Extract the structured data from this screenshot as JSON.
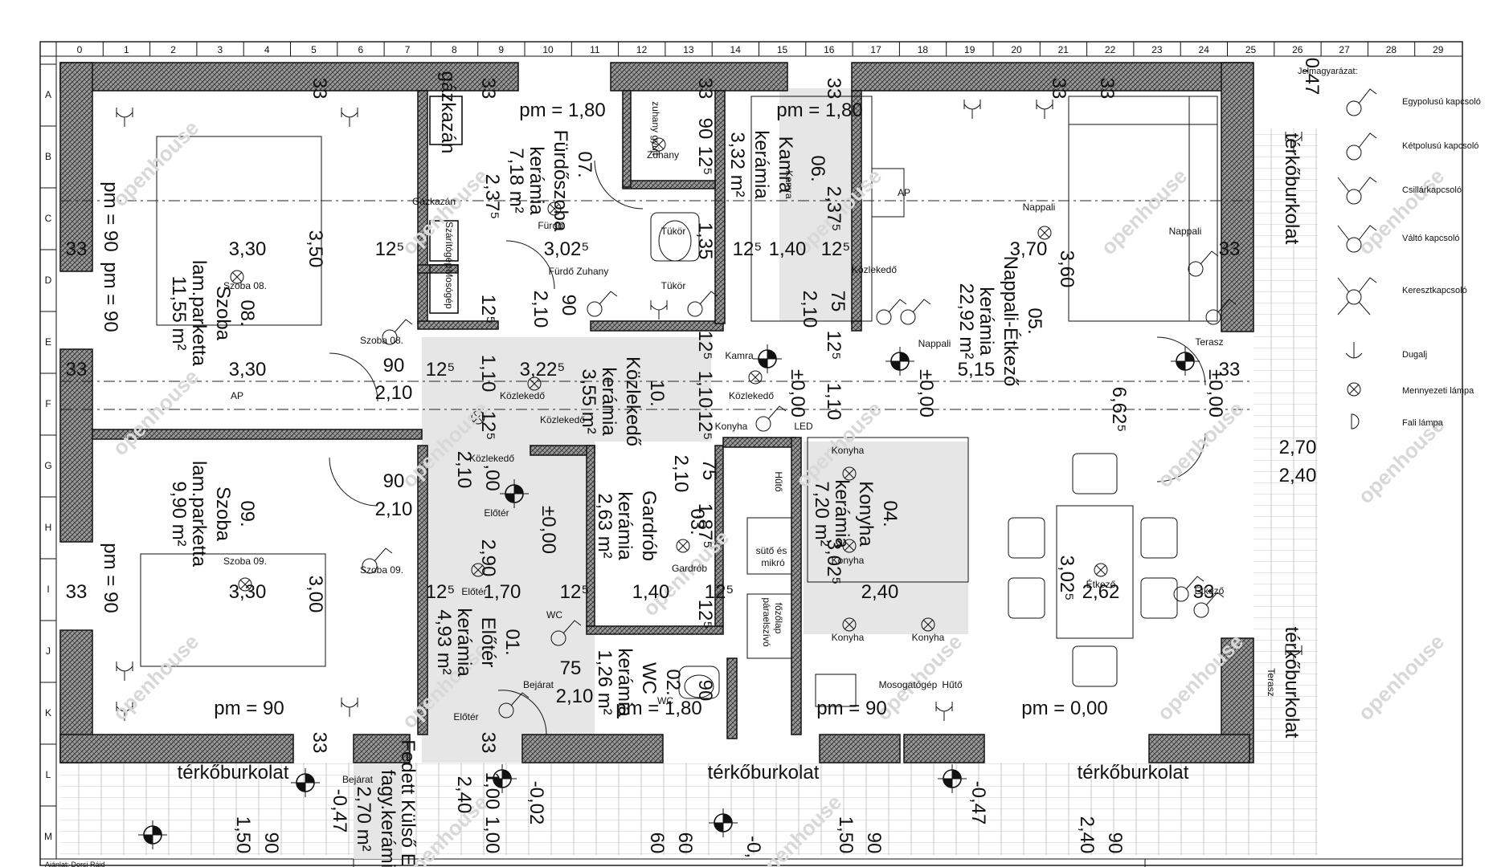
{
  "grid": {
    "columns": [
      "0",
      "1",
      "2",
      "3",
      "4",
      "5",
      "6",
      "7",
      "8",
      "9",
      "10",
      "11",
      "12",
      "13",
      "14",
      "15",
      "16",
      "17",
      "18",
      "19",
      "20",
      "21",
      "22",
      "23",
      "24",
      "25",
      "26",
      "27",
      "28",
      "29"
    ],
    "rows": [
      "A",
      "B",
      "C",
      "D",
      "E",
      "F",
      "G",
      "H",
      "I",
      "J",
      "K",
      "L",
      "M"
    ]
  },
  "rooms": {
    "szoba08": {
      "num": "08.",
      "name": "Szoba",
      "floor": "lam.parketta",
      "area": "11,55 m²"
    },
    "szoba09": {
      "num": "09.",
      "name": "Szoba",
      "floor": "lam.parketta",
      "area": "9,90 m²"
    },
    "furdo": {
      "num": "07.",
      "name": "Fürdőszoba",
      "floor": "kerámia",
      "area": "7,18 m²"
    },
    "kamra": {
      "num": "06.",
      "name": "Kamra",
      "floor": "kerámia",
      "area": "3,32 m²"
    },
    "nappali": {
      "num": "05.",
      "name": "Nappali-Étkező",
      "floor": "kerámia",
      "area": "22,92 m²"
    },
    "kozlekedo": {
      "num": "10.",
      "name": "Közlekedő",
      "floor": "kerámia",
      "area": "3,55 m²"
    },
    "konyha": {
      "num": "04.",
      "name": "Konyha",
      "floor": "kerámia",
      "area": "7,20 m²"
    },
    "gardrob": {
      "num": "03.",
      "name": "Gardrób",
      "floor": "kerámia",
      "area": "2,63 m²"
    },
    "eloter": {
      "num": "01.",
      "name": "Előtér",
      "floor": "kerámia",
      "area": "4,93 m²"
    },
    "wc": {
      "num": "02.",
      "name": "WC",
      "floor": "kerámia",
      "area": "1,26 m²"
    },
    "fedett": {
      "name": "Fedett Külső E",
      "floor": "fagy.kerámi",
      "area": "2,70 m²"
    }
  },
  "dims": {
    "d330a": "3,30",
    "d330b": "3,30",
    "d330c": "3,30",
    "d350": "3,50",
    "d300": "3,00",
    "d33a": "33",
    "d33b": "33",
    "d33c": "33",
    "d33d": "33",
    "d33e": "33",
    "d33f": "33",
    "d33g": "33",
    "d33h": "33",
    "d33i": "33",
    "d33j": "33",
    "d33k": "33",
    "d33l": "33",
    "d33m": "33",
    "d33n": "33",
    "d125a": "12⁵",
    "d125b": "12⁵",
    "d125c": "12⁵",
    "d125d": "12⁵",
    "d125e": "12⁵",
    "d125f": "12⁵",
    "d125g": "12⁵",
    "d125h": "12⁵",
    "d125i": "12⁵",
    "d125j": "12⁵",
    "d125k": "12⁵",
    "d125l": "12⁵",
    "d125m": "12⁵",
    "d125n": "12⁵",
    "d2375a": "2,37⁵",
    "d2375b": "2,37⁵",
    "d3025a": "3,02⁵",
    "d3025b": "3,02⁵",
    "d3025c": "3,02⁵",
    "d210a": "2,10",
    "d210b": "2,10",
    "d210c": "2,10",
    "d210d": "2,10",
    "d210e": "2,10",
    "d210f": "2,10",
    "d210g": "2,10",
    "d90a": "90",
    "d90b": "90",
    "d90c": "90",
    "d90d": "90",
    "d90e": "90",
    "d90f": "90",
    "d90g": "90",
    "d90h": "90",
    "d90i": "90",
    "d110a": "1,10",
    "d110b": "1,10",
    "d110c": "1,10",
    "d135": "1,35",
    "d140a": "1,40",
    "d140b": "1,40",
    "d75a": "75",
    "d75b": "75",
    "d75c": "75",
    "d170": "1,70",
    "d290": "2,90",
    "d1875": "1,87⁵",
    "d100a": ",00",
    "d100b": "1,00",
    "d100c": "1,00",
    "d370": "3,70",
    "d360": "3,60",
    "d515": "5,15",
    "d6625": "6,62⁵",
    "d270": "2,70",
    "d240a": "2,40",
    "d240b": "2,40",
    "d240c": "2,40",
    "d240d": "2,40",
    "d262": "2,62",
    "d3225": "3,22⁵",
    "d150a": "1,50",
    "d150b": "1,50",
    "d60a": "60",
    "d60b": "60",
    "d047a": "0,47",
    "d047b": "-0,47",
    "d047c": "-0,47",
    "d002": "-0,02",
    "d0": "-0,",
    "pm180a": "pm = 1,80",
    "pm180b": "pm = 1,80",
    "pm180c": "pm = 1,80",
    "pm90a": "pm = 90",
    "pm90b": "pm = 90",
    "pm90c": "pm = 90",
    "pm90d": "pm = 90",
    "pm90e": "pm = 90",
    "pm90f": "pm = 90",
    "pm000": "pm = 0,00",
    "pm0a": "±0,00",
    "pm0b": "±0,00",
    "pm0c": "±0,00",
    "pm0d": "±0,00"
  },
  "labels": {
    "gazkazan": "gázkazán",
    "gazkazan_s": "Gázkazán",
    "szaritogep": "Szárítógép",
    "mosogep": "Mosógép",
    "furdo_s": "Fürdő",
    "furdo_zuhany": "Fürdő Zuhany",
    "zuhany": "Zuhany",
    "zuhany_hi": "zuhany",
    "gyujto": "zuhany gyújt",
    "tukor1": "Tükör",
    "tukor2": "Tükör",
    "kamra_s": "Kamra",
    "kamra_s2": "Kamra",
    "kozlekedo_s1": "Közlekedő",
    "kozlekedo_s2": "Közlekedő",
    "kozlekedo_s3": "Közlekedő",
    "kozlekedo_s4": "Közlekedő",
    "kozlekedo_s5": "Közlekedő",
    "nappali_s1": "Nappali",
    "nappali_s2": "Nappali",
    "nappali_s3": "Nappali",
    "szoba08_s1": "Szoba 08.",
    "szoba08_s2": "Szoba 08.",
    "szoba09_s1": "Szoba 09.",
    "szoba09_s2": "Szoba 09.",
    "konyha_s1": "Konyha",
    "konyha_s2": "Konyha",
    "konyha_s3": "Konyha",
    "konyha_s4": "Konyha",
    "konyha_s5": "Konyha",
    "led": "LED",
    "huto": "Hűtő",
    "huto2": "Hűtő",
    "suto": "sütő és",
    "mikro": "mikró",
    "fozolap": "főzőlap",
    "paraelszivo": "páraelszívó",
    "mosogatogep": "Mosogatógép",
    "gardrob_s": "Gardrób",
    "etkezo_s1": "Étkező",
    "etkezo_s2": "Étkező",
    "eloter_s1": "Előtér",
    "eloter_s2": "Előtér",
    "eloter_s3": "Előtér",
    "wc_s1": "WC",
    "wc_s2": "WC",
    "bejarat1": "Bejárat",
    "bejarat2": "Bejárat",
    "terasz1": "Terasz",
    "terasz2": "Terasz",
    "ap1": "AP",
    "ap2": "AP",
    "terko1": "térkőburkolat",
    "terko2": "térkőburkolat",
    "terko3": "térkőburkolat",
    "terko4": "térkőburkolat",
    "terko5": "térkőburkolat"
  },
  "legend": {
    "title": "Jelmagyarázat:",
    "items": [
      "Egypolusú kapcsoló",
      "Kétpolusú kapcsoló",
      "Csillárkapcsoló",
      "Váltó kapcsoló",
      "Keresztkapcsoló",
      "Dugalj",
      "Mennyezeti lámpa",
      "Fali lámpa"
    ]
  },
  "footer": {
    "left": "Ajánlat: Dorsi Ráid"
  },
  "watermark": "openhouse"
}
